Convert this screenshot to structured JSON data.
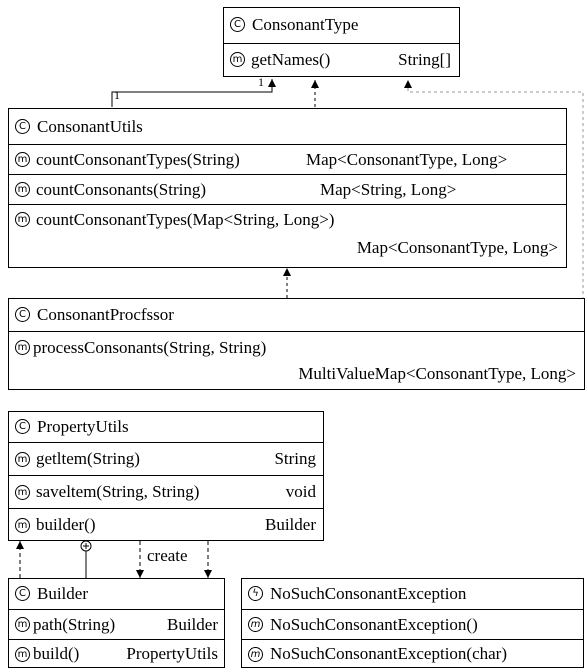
{
  "classes": {
    "consonant_type": {
      "icon": "C",
      "name": "ConsonantType",
      "methods": [
        {
          "icon": "m",
          "name": "getNames()",
          "type": "String[]"
        }
      ]
    },
    "consonant_utils": {
      "icon": "C",
      "name": "ConsonantUtils",
      "methods": [
        {
          "icon": "m",
          "name": "countConsonantTypes(String)",
          "type": "Map<ConsonantType, Long>"
        },
        {
          "icon": "m",
          "name": "countConsonants(String)",
          "type": "Map<String, Long>"
        },
        {
          "icon": "m",
          "name": "countConsonantTypes(Map<String, Long>)",
          "type": "Map<ConsonantType, Long>"
        }
      ]
    },
    "consonant_processor": {
      "icon": "C",
      "name": "ConsonantProcfssor",
      "methods": [
        {
          "icon": "m",
          "name": "processConsonants(String, String)",
          "type": "MultiValueMap<ConsonantType, Long>"
        }
      ]
    },
    "property_utils": {
      "icon": "C",
      "name": "PropertyUtils",
      "methods": [
        {
          "icon": "m",
          "name": "getltem(String)",
          "type": "String"
        },
        {
          "icon": "m",
          "name": "saveltem(String, String)",
          "type": "void"
        },
        {
          "icon": "m",
          "name": "builder()",
          "type": "Builder"
        }
      ]
    },
    "builder": {
      "icon": "C",
      "name": "Builder",
      "methods": [
        {
          "icon": "m",
          "name": "path(String)",
          "type": "Builder"
        },
        {
          "icon": "m",
          "name": "build()",
          "type": "PropertyUtils"
        }
      ]
    },
    "exception": {
      "icon": "ϟ",
      "name": "NoSuchConsonantException",
      "methods": [
        {
          "icon": "m",
          "name": "NoSuchConsonantException()"
        },
        {
          "icon": "m",
          "name": "NoSuchConsonantException(char)"
        }
      ]
    }
  },
  "relations": {
    "multiplicity_source": "1",
    "multiplicity_target": "1",
    "create_label": "create"
  }
}
